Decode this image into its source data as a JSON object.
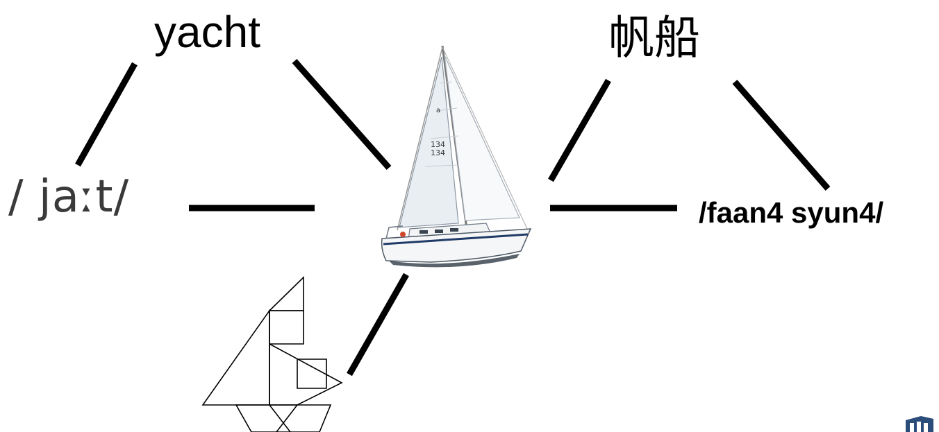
{
  "labels": {
    "english_word": "yacht",
    "chinese_word": "帆船",
    "english_pronunciation": "/ jaːt/",
    "chinese_pronunciation": "/faan4 syun4/"
  },
  "images": {
    "photo": "sailboat-photo",
    "tangram": "tangram-sailboat",
    "corner_logo": "library-logo-icon"
  },
  "colors": {
    "line": "#000000",
    "background": "#ffffff",
    "logo": "#2b4d7a"
  }
}
